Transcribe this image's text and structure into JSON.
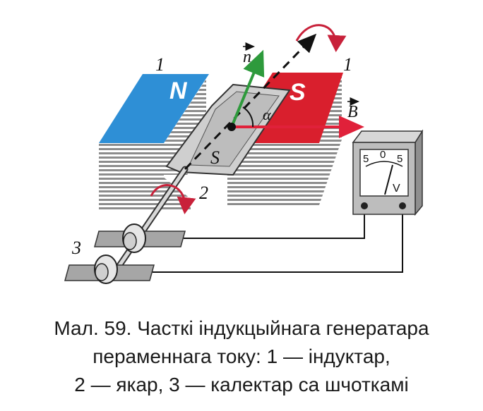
{
  "figure": {
    "labels": {
      "inductor_left": "1",
      "inductor_right": "1",
      "armature": "2",
      "collector": "3",
      "pole_north": "N",
      "pole_south": "S",
      "area": "S",
      "normal": "n",
      "field": "B",
      "angle": "α"
    },
    "voltmeter": {
      "scale_left": "5",
      "scale_center": "0",
      "scale_right": "5",
      "unit": "V"
    },
    "colors": {
      "north_pole": "#2e8fd6",
      "south_pole": "#d91f2d",
      "normal_vector": "#2e9a3c",
      "field_vector": "#e0213a",
      "rotation_arrow": "#c8213a",
      "core": "#9a9a9a"
    }
  },
  "caption": {
    "line1": "Мал. 59. Часткі індукцыйнага генератара",
    "line2": "пераменнага току: 1 — індуктар,",
    "line3": "2 — якар, 3 — калектар са шчоткамі"
  }
}
